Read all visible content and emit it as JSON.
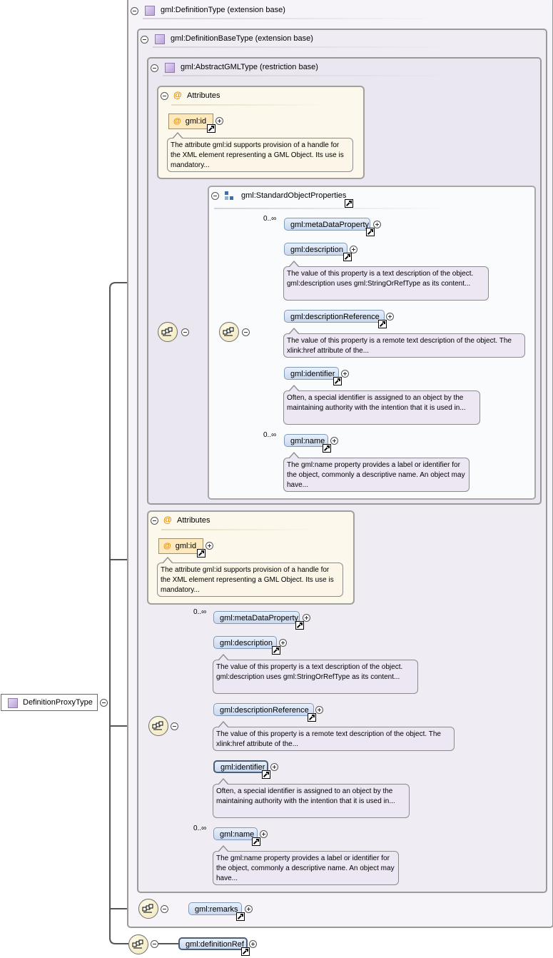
{
  "root": {
    "label": "DefinitionProxyType"
  },
  "boxes": {
    "definition_type": "gml:DefinitionType (extension base)",
    "definition_base_type": "gml:DefinitionBaseType (extension base)",
    "abstract_gml_type": "gml:AbstractGMLType (restriction base)",
    "standard_object_properties": "gml:StandardObjectProperties"
  },
  "attributes": {
    "title": "Attributes",
    "id_label": "gml:id",
    "id_doc": "The attribute gml:id supports provision of a handle for the XML element representing a GML Object. Its use is mandatory..."
  },
  "elements": {
    "metadata": {
      "label": "gml:metaDataProperty",
      "occurs": "0..∞"
    },
    "description": {
      "label": "gml:description",
      "doc": "The value of this property is a text description of the object. gml:description uses gml:StringOrRefType as its content..."
    },
    "description_ref": {
      "label": "gml:descriptionReference",
      "doc": "The value of this property is a remote text description of the object. The xlink:href attribute of the..."
    },
    "identifier": {
      "label": "gml:identifier",
      "doc": "Often, a special identifier is assigned to an object by the maintaining authority with the intention that it is used in..."
    },
    "name": {
      "label": "gml:name",
      "occurs": "0..∞",
      "doc": "The gml:name property provides a label or identifier for the object, commonly a descriptive name. An object may have..."
    },
    "remarks": {
      "label": "gml:remarks"
    },
    "definition_ref": {
      "label": "gml:definitionRef"
    }
  }
}
